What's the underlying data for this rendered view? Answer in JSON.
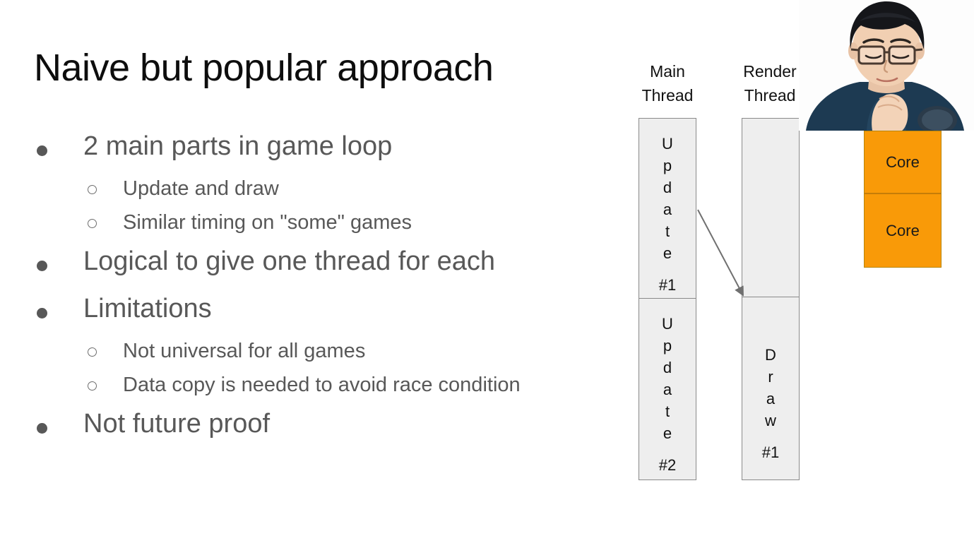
{
  "slide": {
    "title": "Naive but popular approach",
    "bullets": [
      {
        "level": 1,
        "text": "2 main parts in game loop"
      },
      {
        "level": 2,
        "text": "Update and draw"
      },
      {
        "level": 2,
        "text": "Similar timing on \"some\" games"
      },
      {
        "level": 1,
        "text": "Logical to give one thread for each"
      },
      {
        "level": 1,
        "text": "Limitations"
      },
      {
        "level": 2,
        "text": "Not universal for all games"
      },
      {
        "level": 2,
        "text": "Data copy is needed to avoid race condition"
      },
      {
        "level": 1,
        "text": "Not future proof"
      }
    ]
  },
  "diagram": {
    "main_thread": {
      "header_line1": "Main",
      "header_line2": "Thread",
      "blocks": [
        {
          "label": "Update",
          "letters": [
            "U",
            "p",
            "d",
            "a",
            "t",
            "e"
          ],
          "index": "#1"
        },
        {
          "label": "Update",
          "letters": [
            "U",
            "p",
            "d",
            "a",
            "t",
            "e"
          ],
          "index": "#2"
        }
      ]
    },
    "render_thread": {
      "header_line1": "Render",
      "header_line2": "Thread",
      "blocks": [
        {
          "label": "",
          "letters": [],
          "index": ""
        },
        {
          "label": "Draw",
          "letters": [
            "D",
            "r",
            "a",
            "w"
          ],
          "index": "#1"
        }
      ]
    },
    "arrow_label": "update-to-draw-handoff"
  },
  "cores": {
    "boxes": [
      {
        "label": "Core"
      },
      {
        "label": "Core"
      }
    ],
    "color": "#f99a08"
  },
  "webcam": {
    "label": "presenter-webcam"
  },
  "colors": {
    "title": "#0d0d0d",
    "body_text": "#585858",
    "diagram_fill": "#eeeeee",
    "diagram_border": "#8a8a8a",
    "core_orange": "#f99a08"
  }
}
